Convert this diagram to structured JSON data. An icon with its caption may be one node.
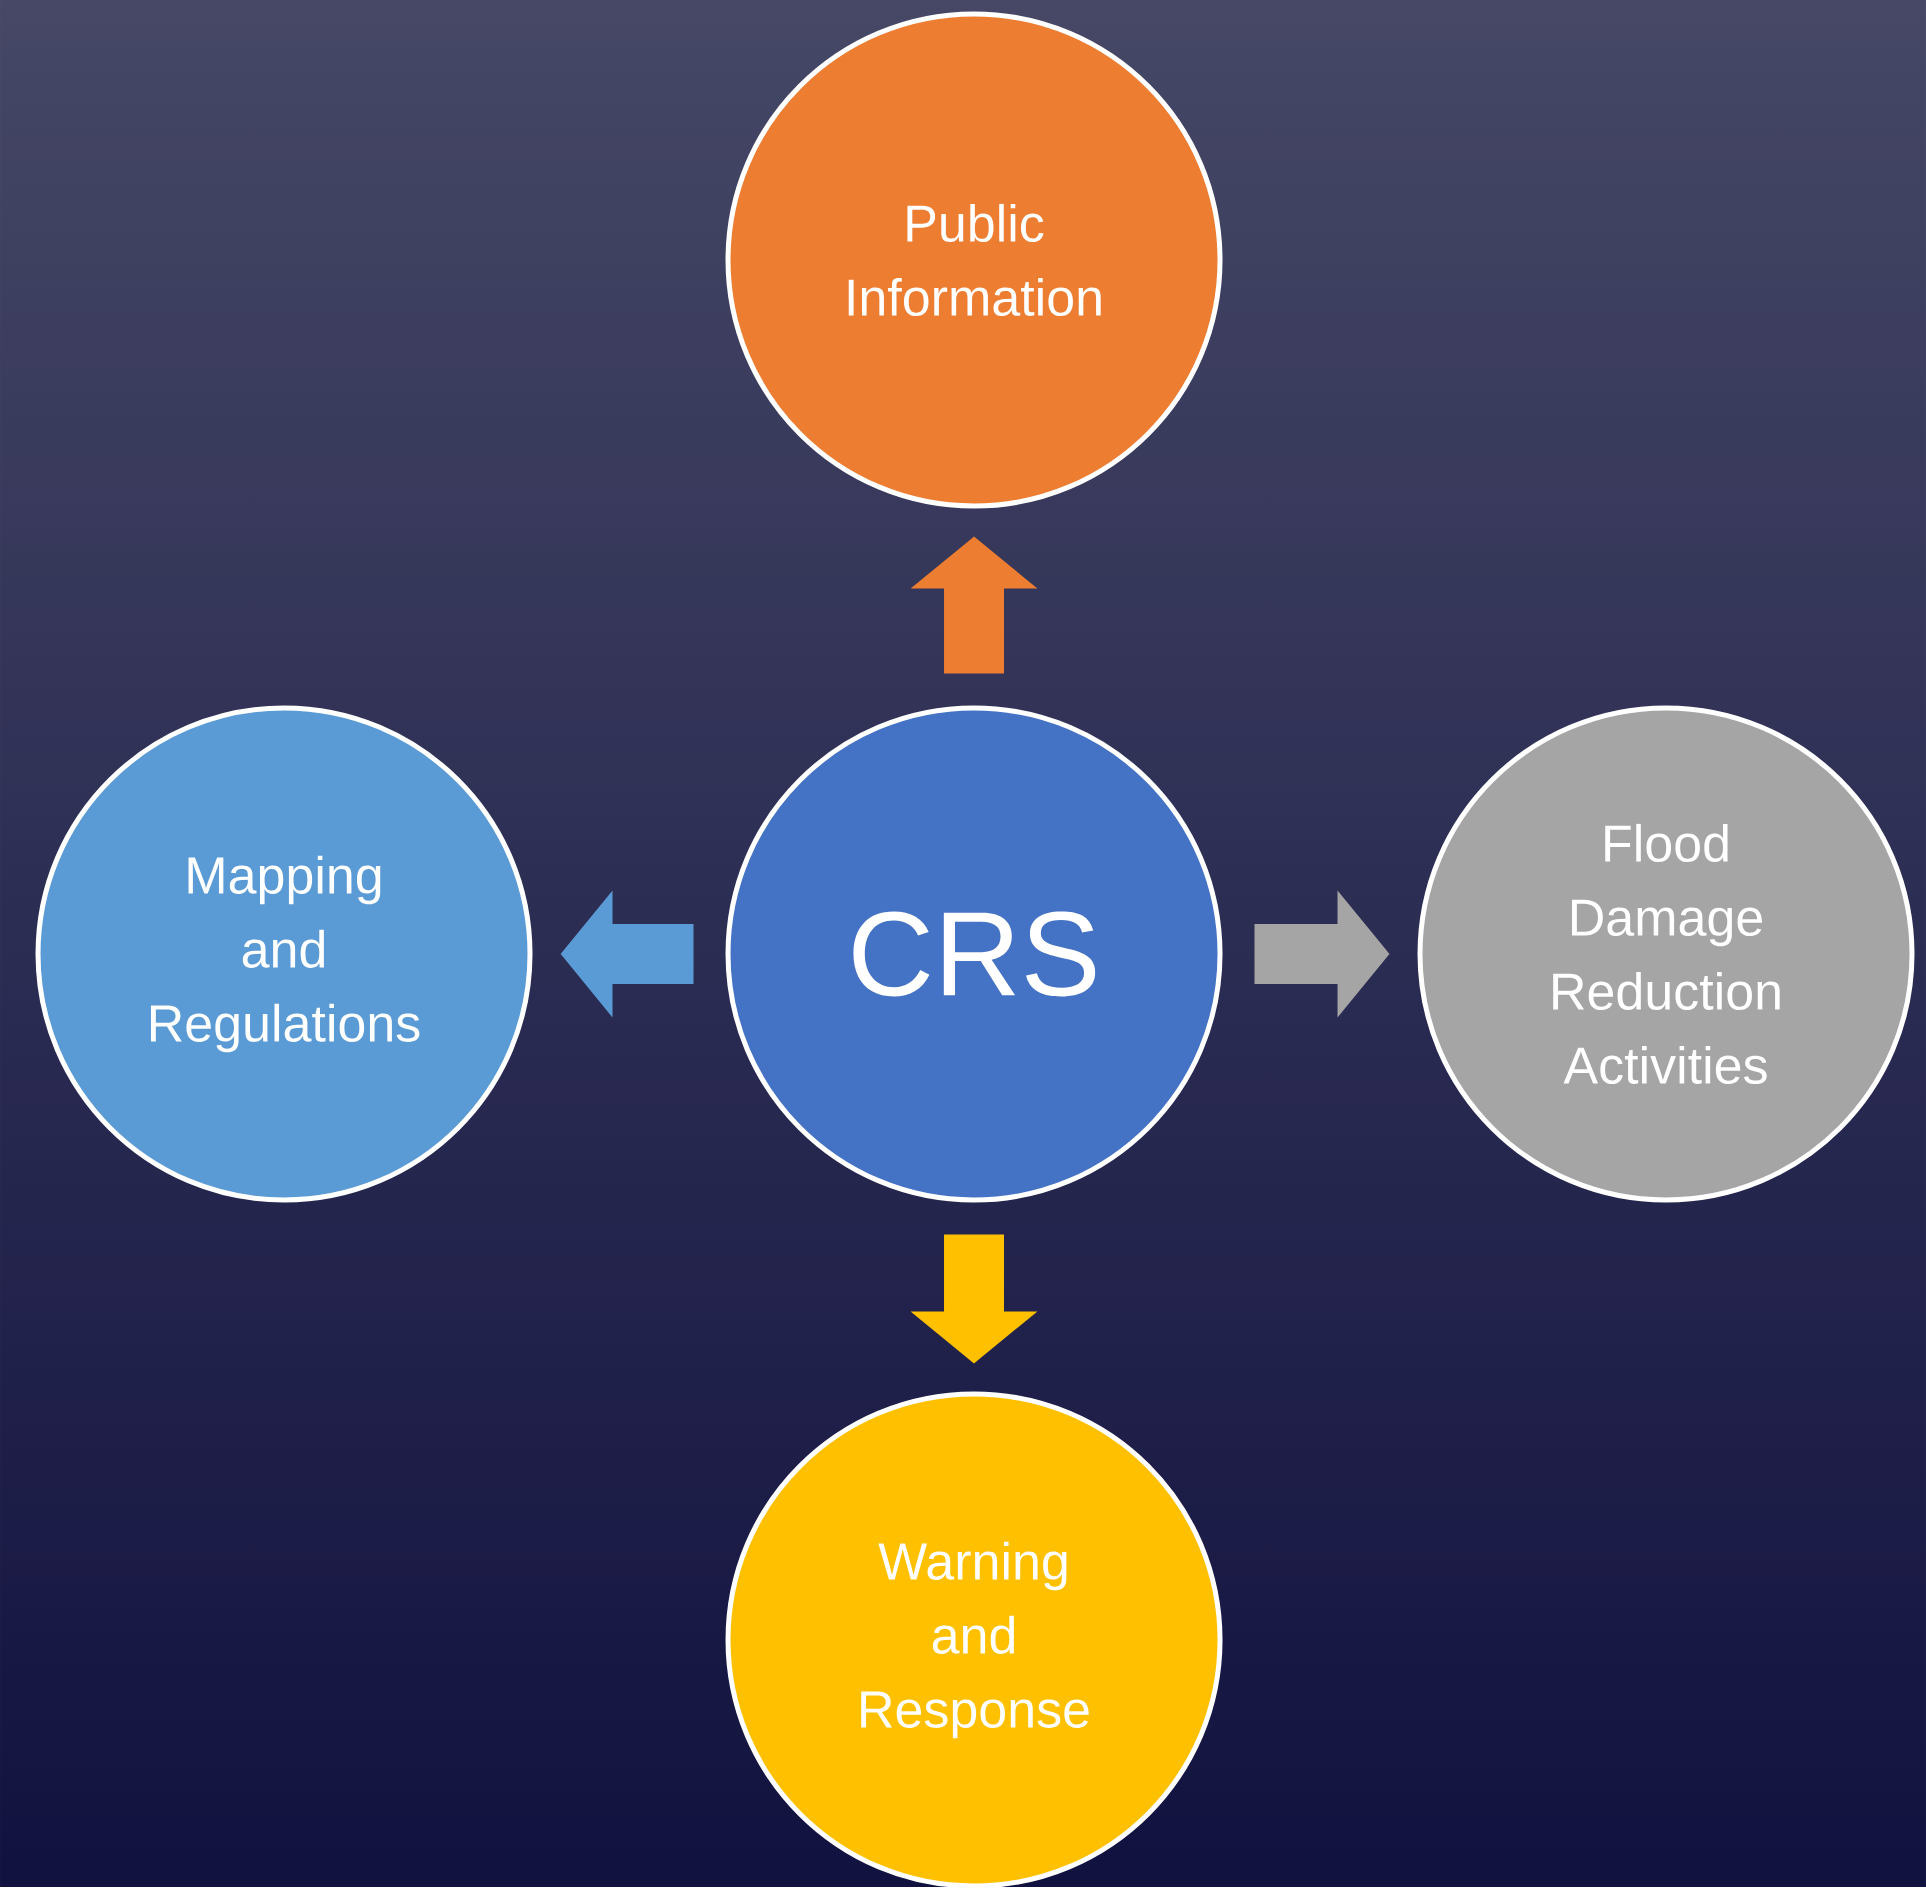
{
  "diagram": {
    "nodes": [
      {
        "text": [
          "CRS"
        ]
      },
      {
        "text": [
          "Public Information"
        ]
      },
      {
        "text": [
          "Mapping and Regulations"
        ]
      },
      {
        "text": [
          "Flood Damage Reduction Activities"
        ]
      },
      {
        "text": [
          "Warning and Response"
        ]
      }
    ],
    "edges": [
      {
        "from": 0,
        "to": 1,
        "arrow": "to",
        "color": "#ed7d31"
      },
      {
        "from": 0,
        "to": 2,
        "arrow": "to",
        "color": "#5b9bd5"
      },
      {
        "from": 0,
        "to": 3,
        "arrow": "to",
        "color": "#a5a5a5"
      },
      {
        "from": 0,
        "to": 4,
        "arrow": "to",
        "color": "#ffc000"
      }
    ]
  }
}
